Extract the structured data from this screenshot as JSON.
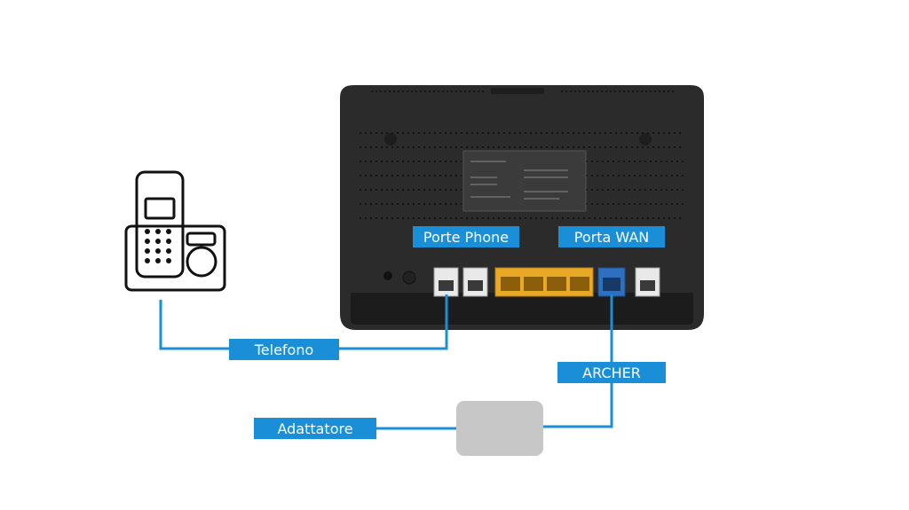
{
  "labels": {
    "porte_phone": "Porte Phone",
    "porta_wan": "Porta WAN",
    "telefono": "Telefono",
    "archer": "ARCHER",
    "adattatore": "Adattatore"
  },
  "colors": {
    "label_background": "#1a8fd8",
    "cable": "#1a8fd8",
    "router_body": "#2b2b2b",
    "lan_port_block": "#e8a927",
    "wan_port": "#2f6fc0",
    "adapter": "#c7c7c7",
    "phone_icon_stroke": "#111111"
  },
  "icons": {
    "phone": "cordless-phone-icon",
    "router": "router-rear-panel"
  }
}
